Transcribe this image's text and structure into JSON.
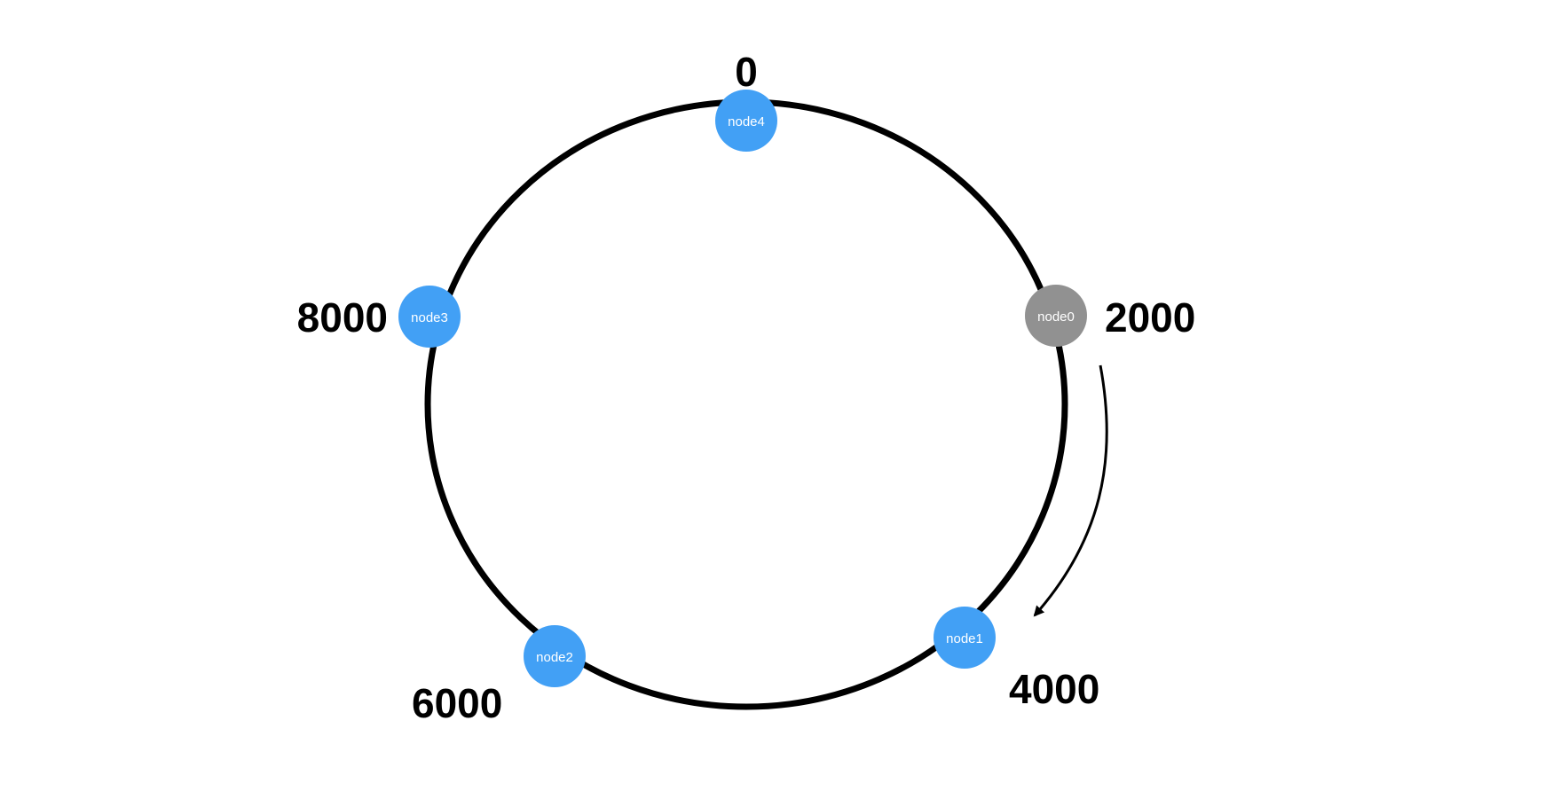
{
  "ring": {
    "stroke_color": "#000000"
  },
  "colors": {
    "node_active": "#42a0f5",
    "node_removed": "#919191",
    "arrow": "#000000"
  },
  "positions": {
    "p0": "0",
    "p2000": "2000",
    "p4000": "4000",
    "p6000": "6000",
    "p8000": "8000"
  },
  "nodes": {
    "node0": {
      "label": "node0",
      "state": "removed"
    },
    "node1": {
      "label": "node1",
      "state": "active"
    },
    "node2": {
      "label": "node2",
      "state": "active"
    },
    "node3": {
      "label": "node3",
      "state": "active"
    },
    "node4": {
      "label": "node4",
      "state": "active"
    }
  },
  "arrow": {
    "from": "node0",
    "to": "node1",
    "direction": "clockwise"
  }
}
